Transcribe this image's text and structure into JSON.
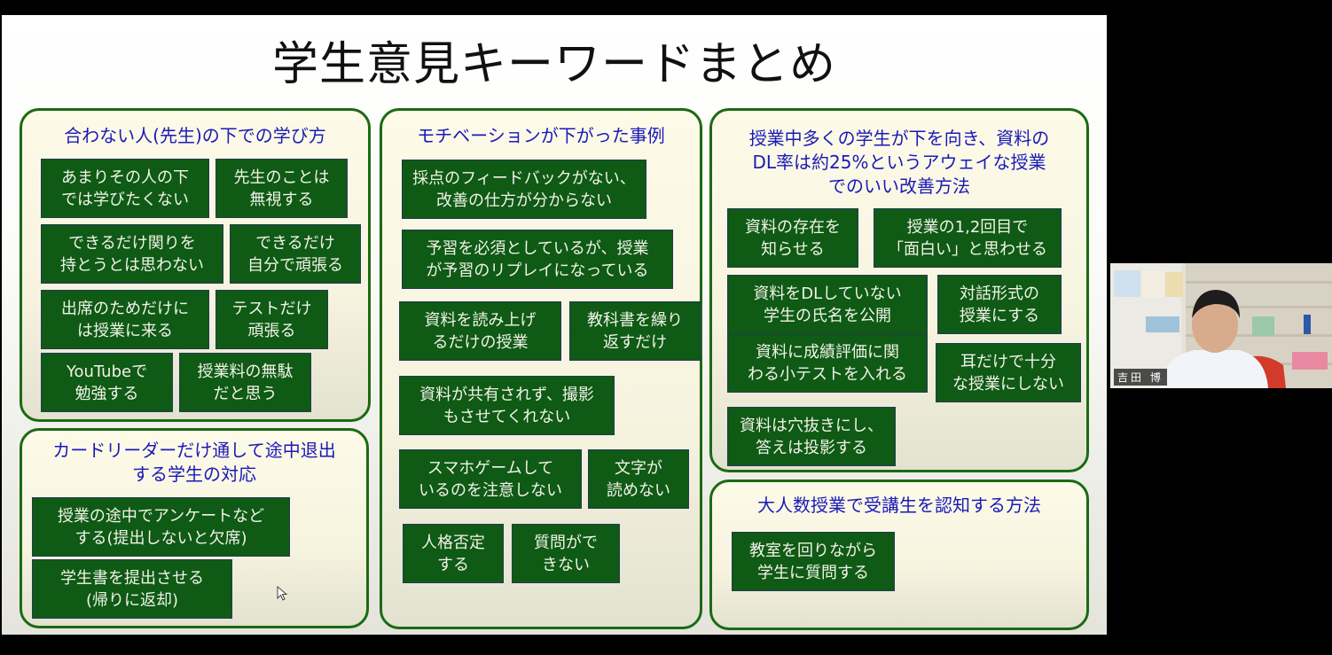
{
  "slide": {
    "title": "学生意見キーワードまとめ",
    "colors": {
      "panel_border": "#1c6a13",
      "panel_title": "#1a1ab8",
      "box_fill": "#0f5a14",
      "box_text": "#f2f2ea"
    },
    "panels": [
      {
        "title": "合わない人(先生)の下での学び方",
        "items": [
          "あまりその人の下\nでは学びたくない",
          "先生のことは\n無視する",
          "できるだけ関りを\n持とうとは思わない",
          "できるだけ\n自分で頑張る",
          "出席のためだけに\nは授業に来る",
          "テストだけ\n頑張る",
          "YouTubeで\n勉強する",
          "授業料の無駄\nだと思う"
        ]
      },
      {
        "title": "カードリーダーだけ通して途中退出\nする学生の対応",
        "items": [
          "授業の途中でアンケートなど\nする(提出しないと欠席)",
          "学生書を提出させる\n(帰りに返却)"
        ]
      },
      {
        "title": "モチベーションが下がった事例",
        "items": [
          "採点のフィードバックがない、\n改善の仕方が分からない",
          "予習を必須としているが、授業\nが予習のリプレイになっている",
          "資料を読み上げ\nるだけの授業",
          "教科書を繰り\n返すだけ",
          "資料が共有されず、撮影\nもさせてくれない",
          "スマホゲームして\nいるのを注意しない",
          "文字が\n読めない",
          "人格否定\nする",
          "質問がで\nきない"
        ]
      },
      {
        "title": "授業中多くの学生が下を向き、資料の\nDL率は約25%というアウェイな授業\nでのいい改善方法",
        "items": [
          "資料の存在を\n知らせる",
          "授業の1,2回目で\n「面白い」と思わせる",
          "資料をDLしていない\n学生の氏名を公開",
          "対話形式の\n授業にする",
          "資料に成績評価に関\nわる小テストを入れる",
          "耳だけで十分\nな授業にしない",
          "資料は穴抜きにし、\n答えは投影する"
        ]
      },
      {
        "title": "大人数授業で受講生を認知する方法",
        "items": [
          "教室を回りながら\n学生に質問する"
        ]
      }
    ]
  },
  "webcam": {
    "participant_name": "吉田 博"
  }
}
